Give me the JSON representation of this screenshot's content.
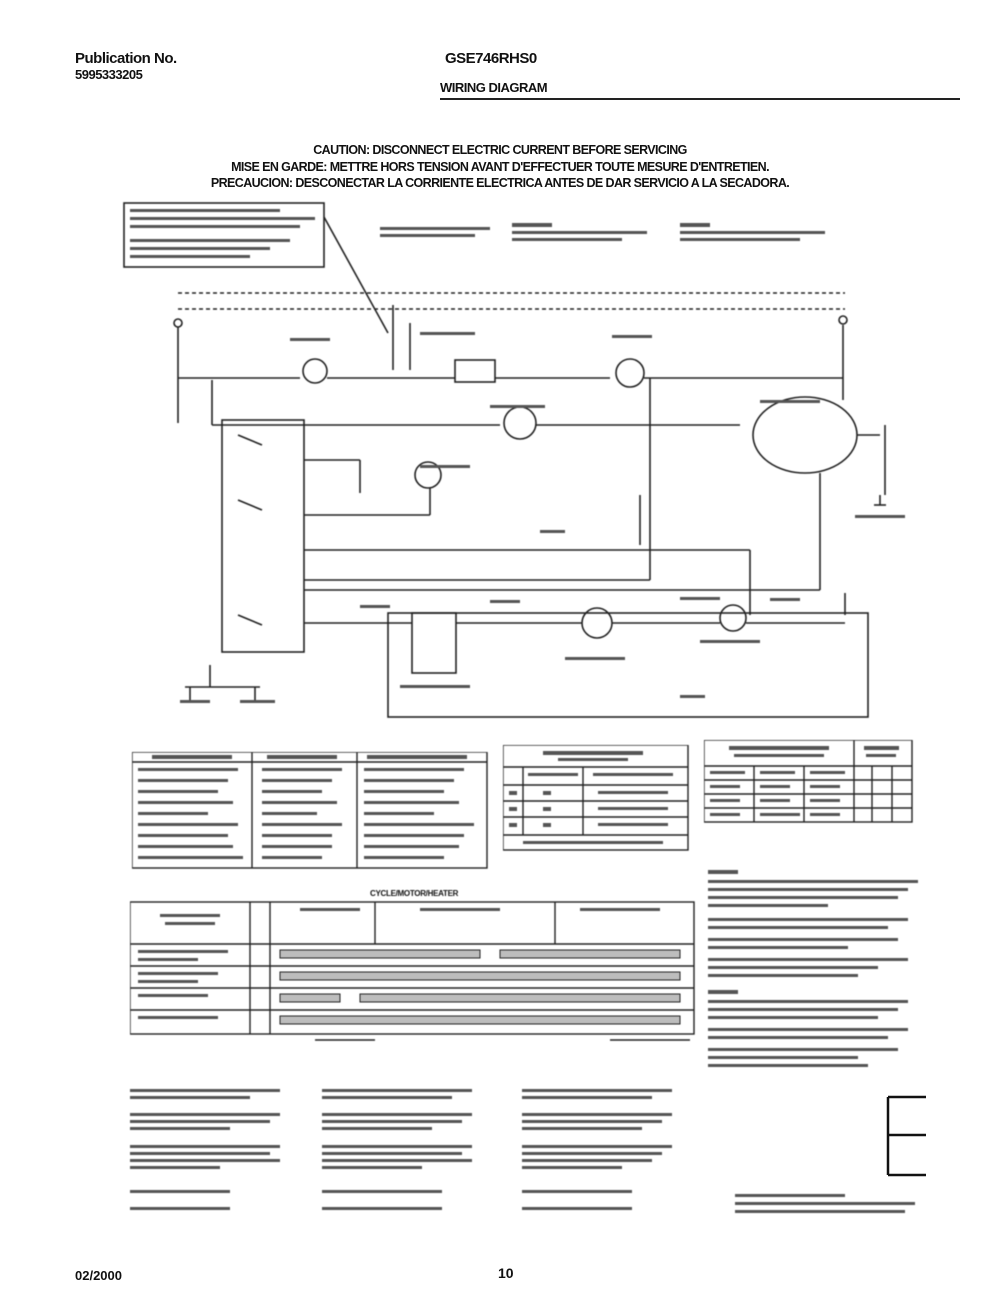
{
  "header": {
    "publication_label": "Publication No.",
    "publication_number": "5995333205",
    "model": "GSE746RHS0",
    "title": "WIRING DIAGRAM"
  },
  "caution": {
    "en": "CAUTION: DISCONNECT ELECTRIC CURRENT BEFORE SERVICING",
    "fr": "MISE EN GARDE: METTRE HORS TENSION AVANT D'EFFECTUER TOUTE MESURE D'ENTRETIEN.",
    "es": "PRECAUCION: DESCONECTAR LA CORRIENTE ELECTRICA ANTES DE DAR SERVICIO A LA SECADORA."
  },
  "tables": {
    "cycle_chart_title": "CYCLE/MOTOR/HEATER"
  },
  "footer": {
    "date": "02/2000",
    "page": "10"
  },
  "colors": {
    "ink": "#222222",
    "paper": "#ffffff",
    "fill_gray": "#bdbdbd"
  }
}
